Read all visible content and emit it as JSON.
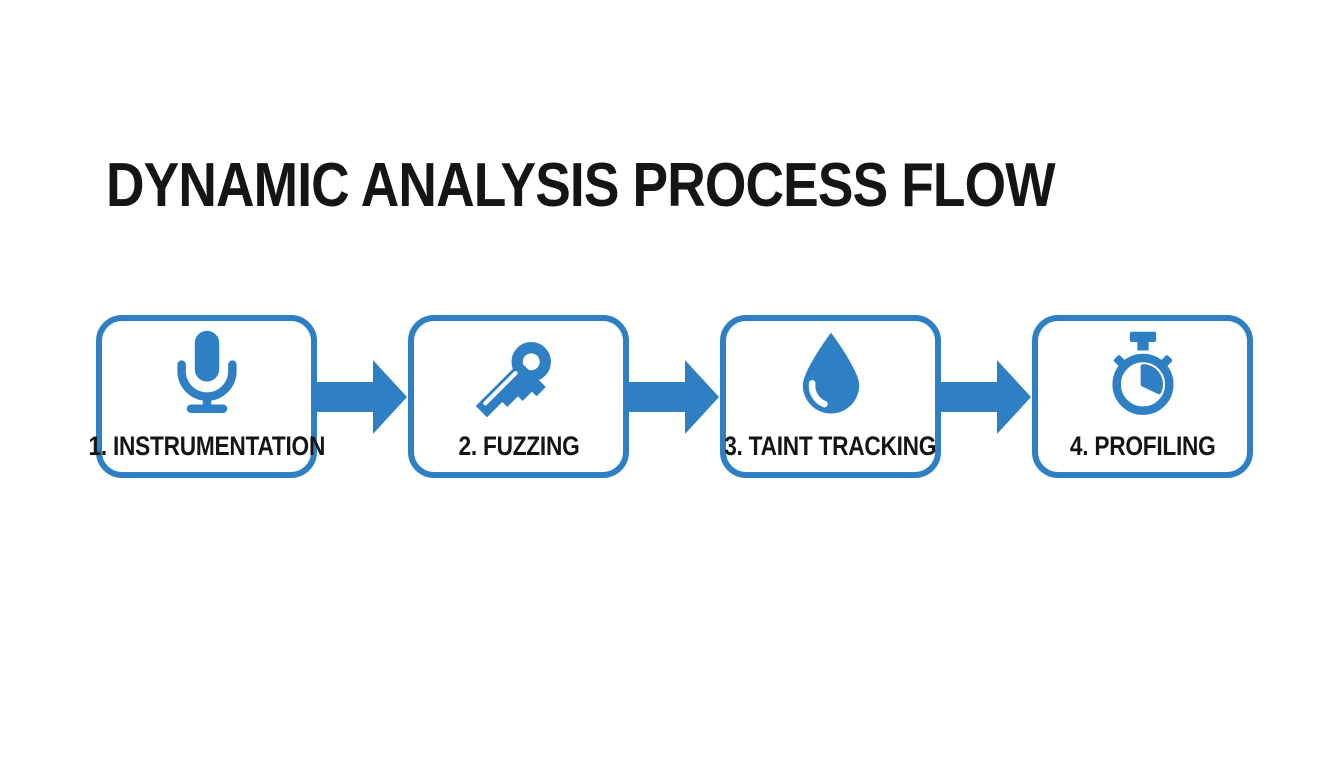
{
  "title": "DYNAMIC ANALYSIS PROCESS FLOW",
  "colors": {
    "accent": "#2e7fc3",
    "text": "#151515",
    "background": "#ffffff",
    "box_bg": "#ffffff"
  },
  "steps": [
    {
      "number": "1",
      "label": "1. INSTRUMENTATION",
      "icon": "microphone-icon"
    },
    {
      "number": "2",
      "label": "2. FUZZING",
      "icon": "key-icon"
    },
    {
      "number": "3",
      "label": "3. TAINT TRACKING",
      "icon": "water-drop-icon"
    },
    {
      "number": "4",
      "label": "4. PROFILING",
      "icon": "stopwatch-icon"
    }
  ],
  "connector": {
    "type": "right-arrow",
    "count": 3
  }
}
